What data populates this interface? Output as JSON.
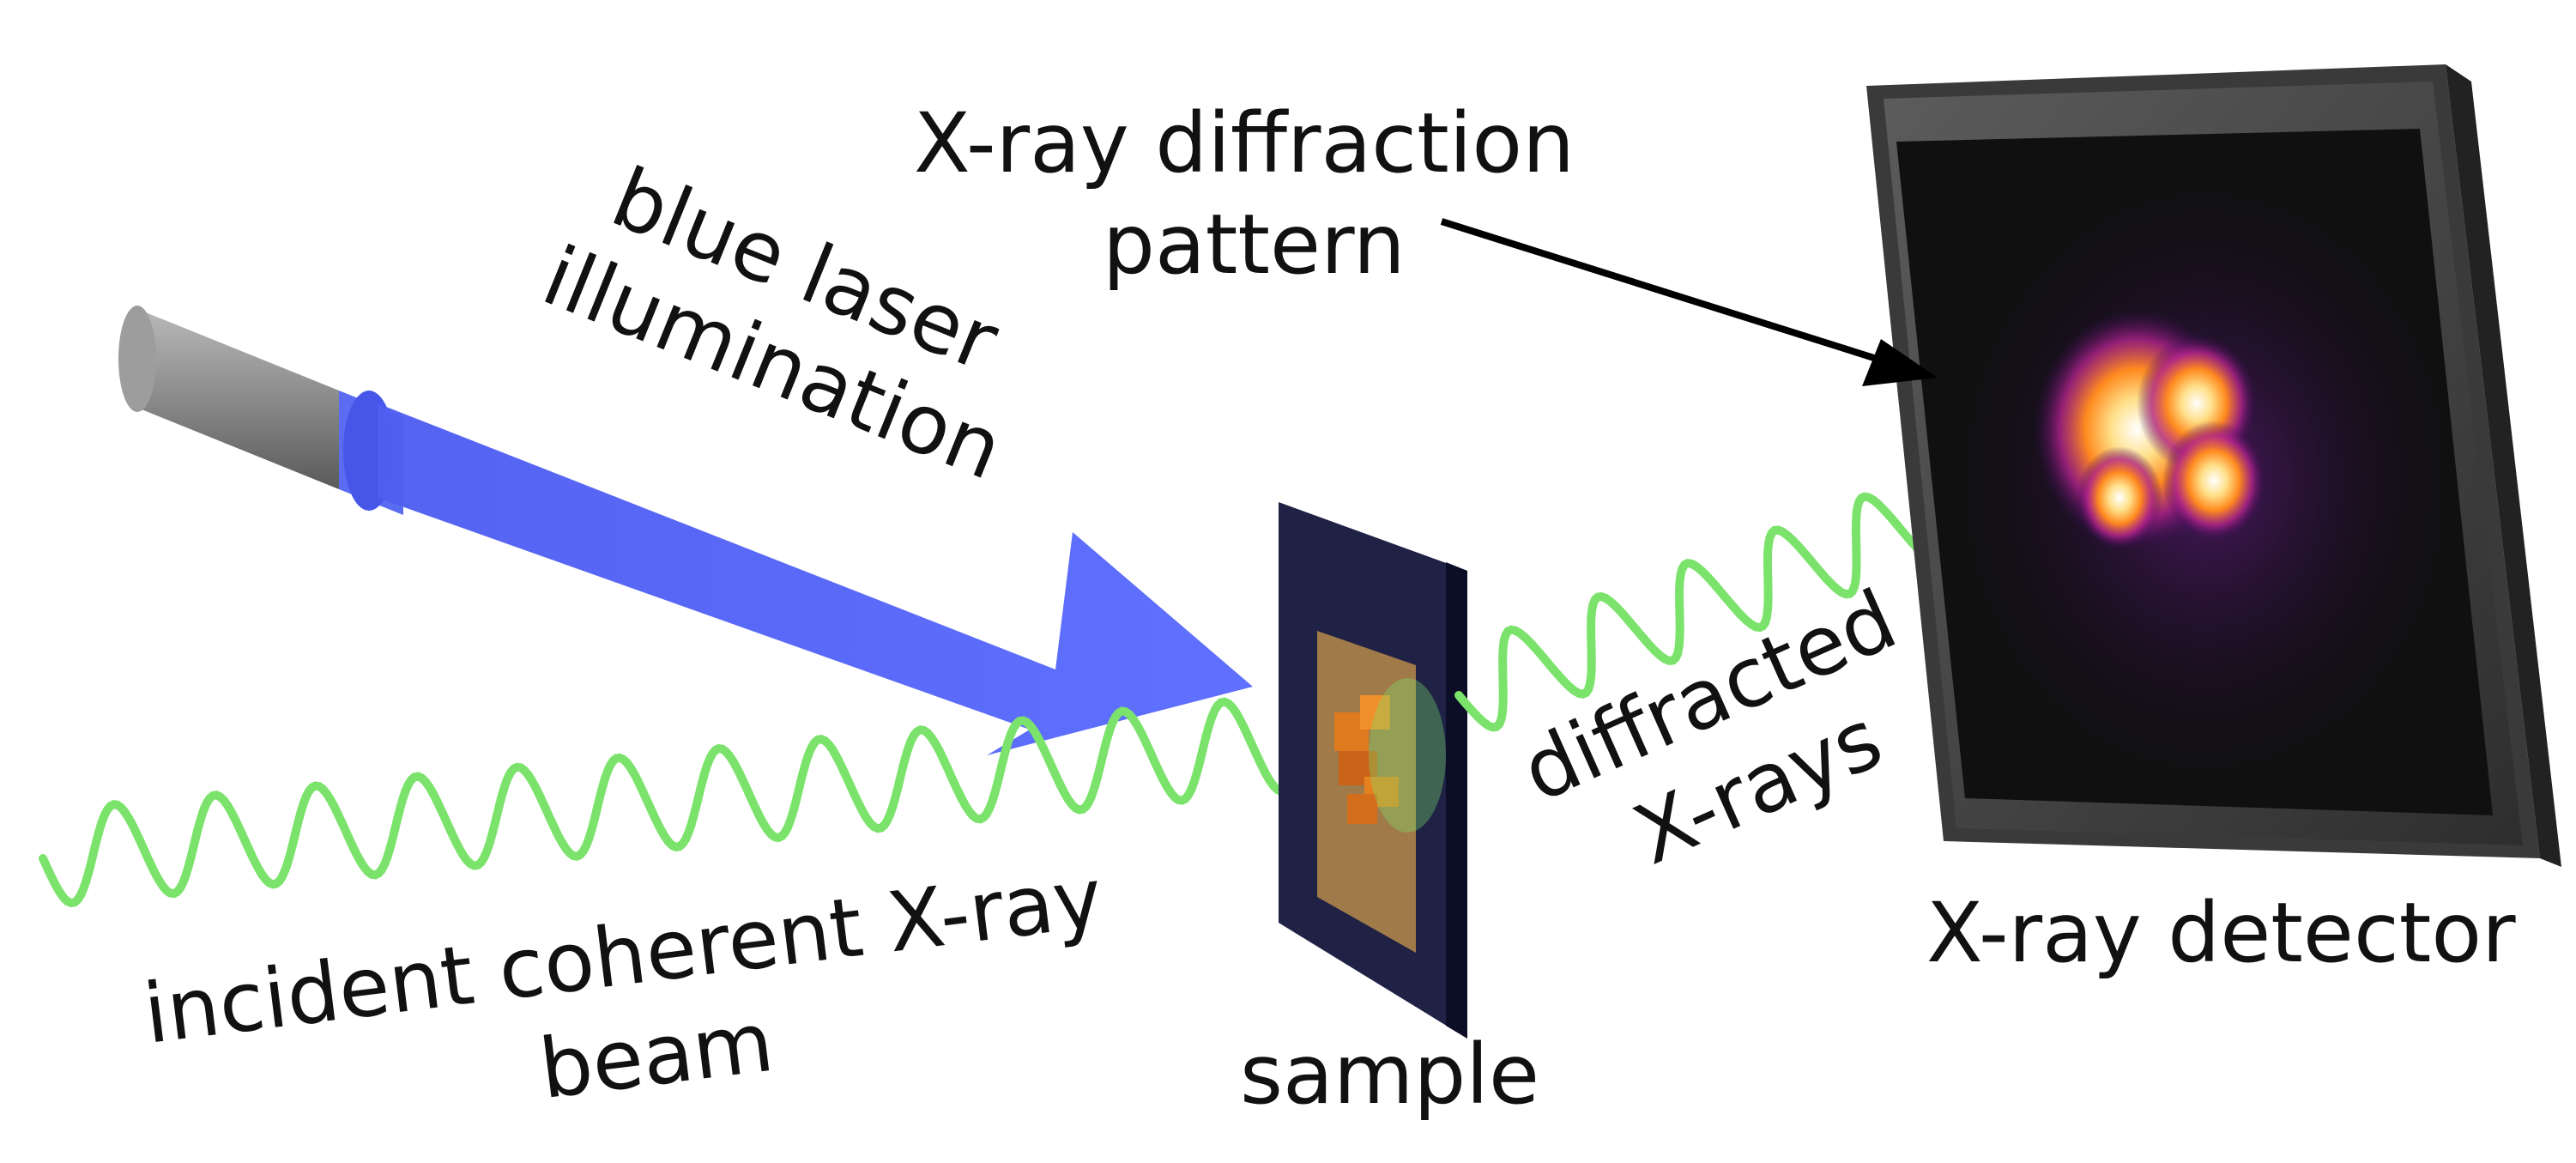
{
  "labels": {
    "diffraction_pattern_line1": "X-ray diffraction",
    "diffraction_pattern_line2": "pattern",
    "laser_line1": "blue laser",
    "laser_line2": "illumination",
    "incident_line1": "incident coherent X-ray",
    "incident_line2": "beam",
    "sample": "sample",
    "diffracted_line1": "diffracted",
    "diffracted_line2": "X-rays",
    "detector": "X-ray detector"
  },
  "colors": {
    "laser_beam": "#5b6cff",
    "xray_wave": "#7be36b",
    "sample_frame": "#1f2145",
    "sample_window": "#b88a4a",
    "sample_crystal": "#e07a1e",
    "detector_body": "#4a4a4a",
    "detector_screen": "#101010",
    "diffraction_glow": "#ff9a1e"
  },
  "icons": {
    "laser_source": "laser-cylinder-icon",
    "arrow": "pointer-arrow-icon"
  }
}
